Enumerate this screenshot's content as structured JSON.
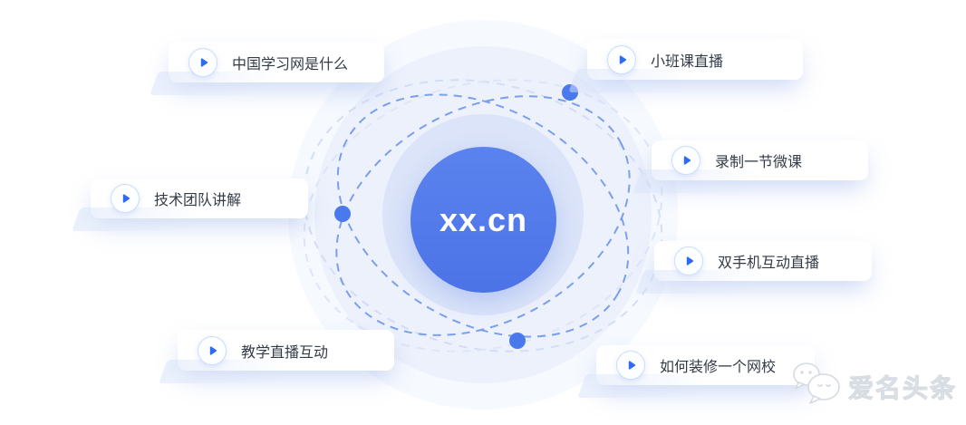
{
  "center": {
    "label": "xx.cn"
  },
  "cards": [
    {
      "id": "what-is-site",
      "label": "中国学习网是什么"
    },
    {
      "id": "small-class-live",
      "label": "小班课直播"
    },
    {
      "id": "record-micro-lesson",
      "label": "录制一节微课"
    },
    {
      "id": "dual-phone-live",
      "label": "双手机互动直播"
    },
    {
      "id": "tech-team-explain",
      "label": "技术团队讲解"
    },
    {
      "id": "teaching-live-interaction",
      "label": "教学直播互动"
    },
    {
      "id": "how-to-decorate-school",
      "label": "如何装修一个网校"
    }
  ],
  "watermark": {
    "label": "爱名头条"
  },
  "icons": {
    "play": "play-icon",
    "watermark": "chat-bubbles-icon",
    "orbit": "orbit-ellipse",
    "satellite": "satellite-dot"
  },
  "colors": {
    "accent": "#2d6bf4",
    "core_top": "#5b83ee",
    "core_bottom": "#4c73e6",
    "dot": "#4a79ee",
    "dash": "#7aa0ec",
    "dash_faint": "#d3ddf5",
    "ring_outer": "#f6f9fe",
    "ring_mid": "#edf1fc",
    "ring_inner": "#dbe4f8",
    "card_text": "#333b47"
  }
}
